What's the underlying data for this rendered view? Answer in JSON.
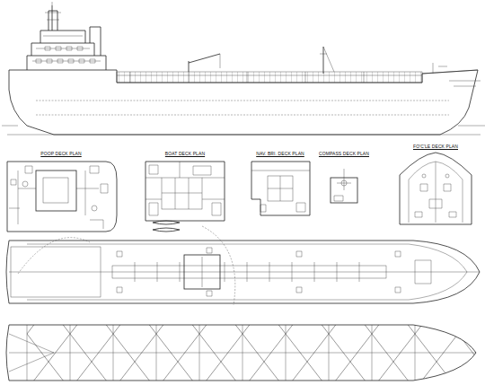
{
  "diagram": {
    "labels": [
      "POOP DECK PLAN",
      "BOAT DECK PLAN",
      "NAV. BRI. DECK PLAN",
      "COMPASS DECK PLAN",
      "FO'C'LE DECK PLAN"
    ]
  }
}
